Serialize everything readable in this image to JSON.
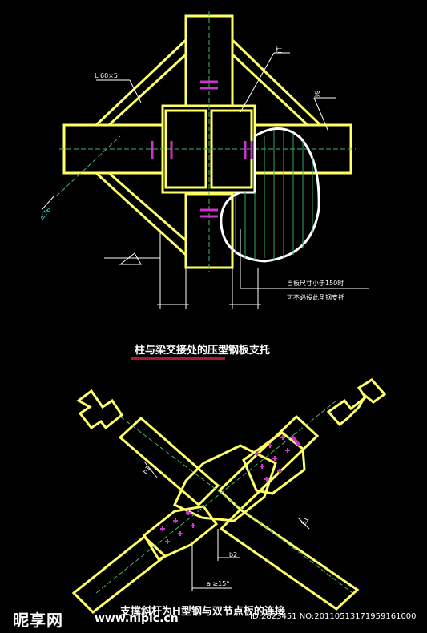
{
  "drawing1": {
    "title": "柱与梁交接处的压型钢板支托",
    "angle_label": "L 60×5",
    "column_label": "柱",
    "beam_label": "梁",
    "dim_label": "≤76",
    "note_line1": "当板尺寸小于150时",
    "note_line2": "可不必设此角钢支托"
  },
  "drawing2": {
    "title": "支撑斜杆为H型钢与双节点板的连接",
    "label_b1": "b1",
    "label_b2": "b2",
    "label_a": "a ≥15°",
    "label_side": "b1"
  },
  "watermark": {
    "logo": "昵享网",
    "url": "www.nipic.cn",
    "id": "ID:2823451 NO:20110513171959161000"
  },
  "colors": {
    "steel": "#ffff66",
    "centerline": "#4db36b",
    "bolt": "#cc33cc",
    "hatch": "#33aa66",
    "dimension": "#ffffff",
    "underline": "#b0182a"
  }
}
